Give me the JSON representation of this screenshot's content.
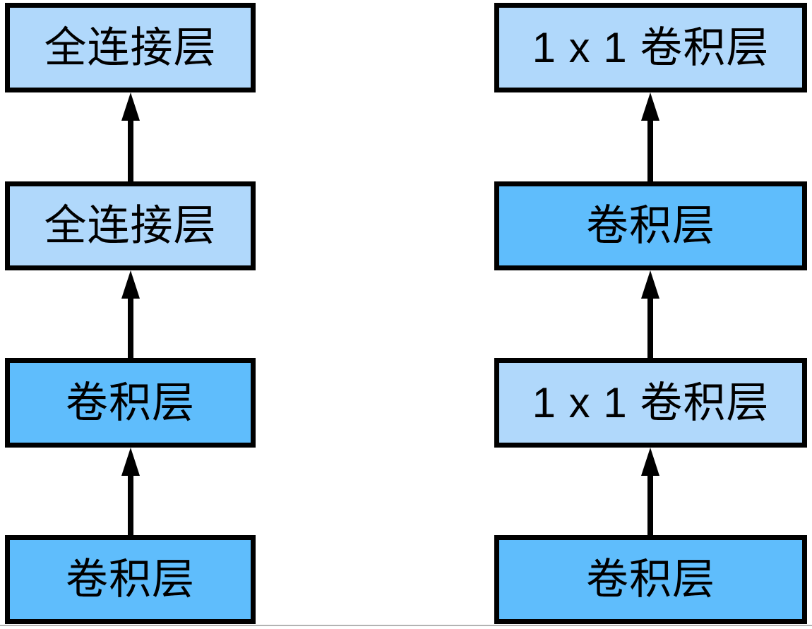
{
  "diagram": {
    "type": "flow",
    "description": "Two stacked layer diagrams with upward arrows",
    "columns": [
      {
        "name": "left-network",
        "boxes": [
          {
            "label": "全连接层",
            "tone": "light"
          },
          {
            "label": "全连接层",
            "tone": "light"
          },
          {
            "label": "卷积层",
            "tone": "dark"
          },
          {
            "label": "卷积层",
            "tone": "dark"
          }
        ],
        "arrow_direction": "up",
        "arrow_count": 3
      },
      {
        "name": "right-network",
        "boxes": [
          {
            "label": "1 x 1 卷积层",
            "tone": "light"
          },
          {
            "label": "卷积层",
            "tone": "dark"
          },
          {
            "label": "1 x 1 卷积层",
            "tone": "light"
          },
          {
            "label": "卷积层",
            "tone": "dark"
          }
        ],
        "arrow_direction": "up",
        "arrow_count": 3
      }
    ],
    "colors": {
      "light_fill": "#B0D8FB",
      "dark_fill": "#5FBDFC",
      "box_border": "#000000",
      "arrow": "#000000",
      "text": "#000000",
      "bottom_separator": "#B3B3B3",
      "background": "#FFFFFF"
    }
  }
}
